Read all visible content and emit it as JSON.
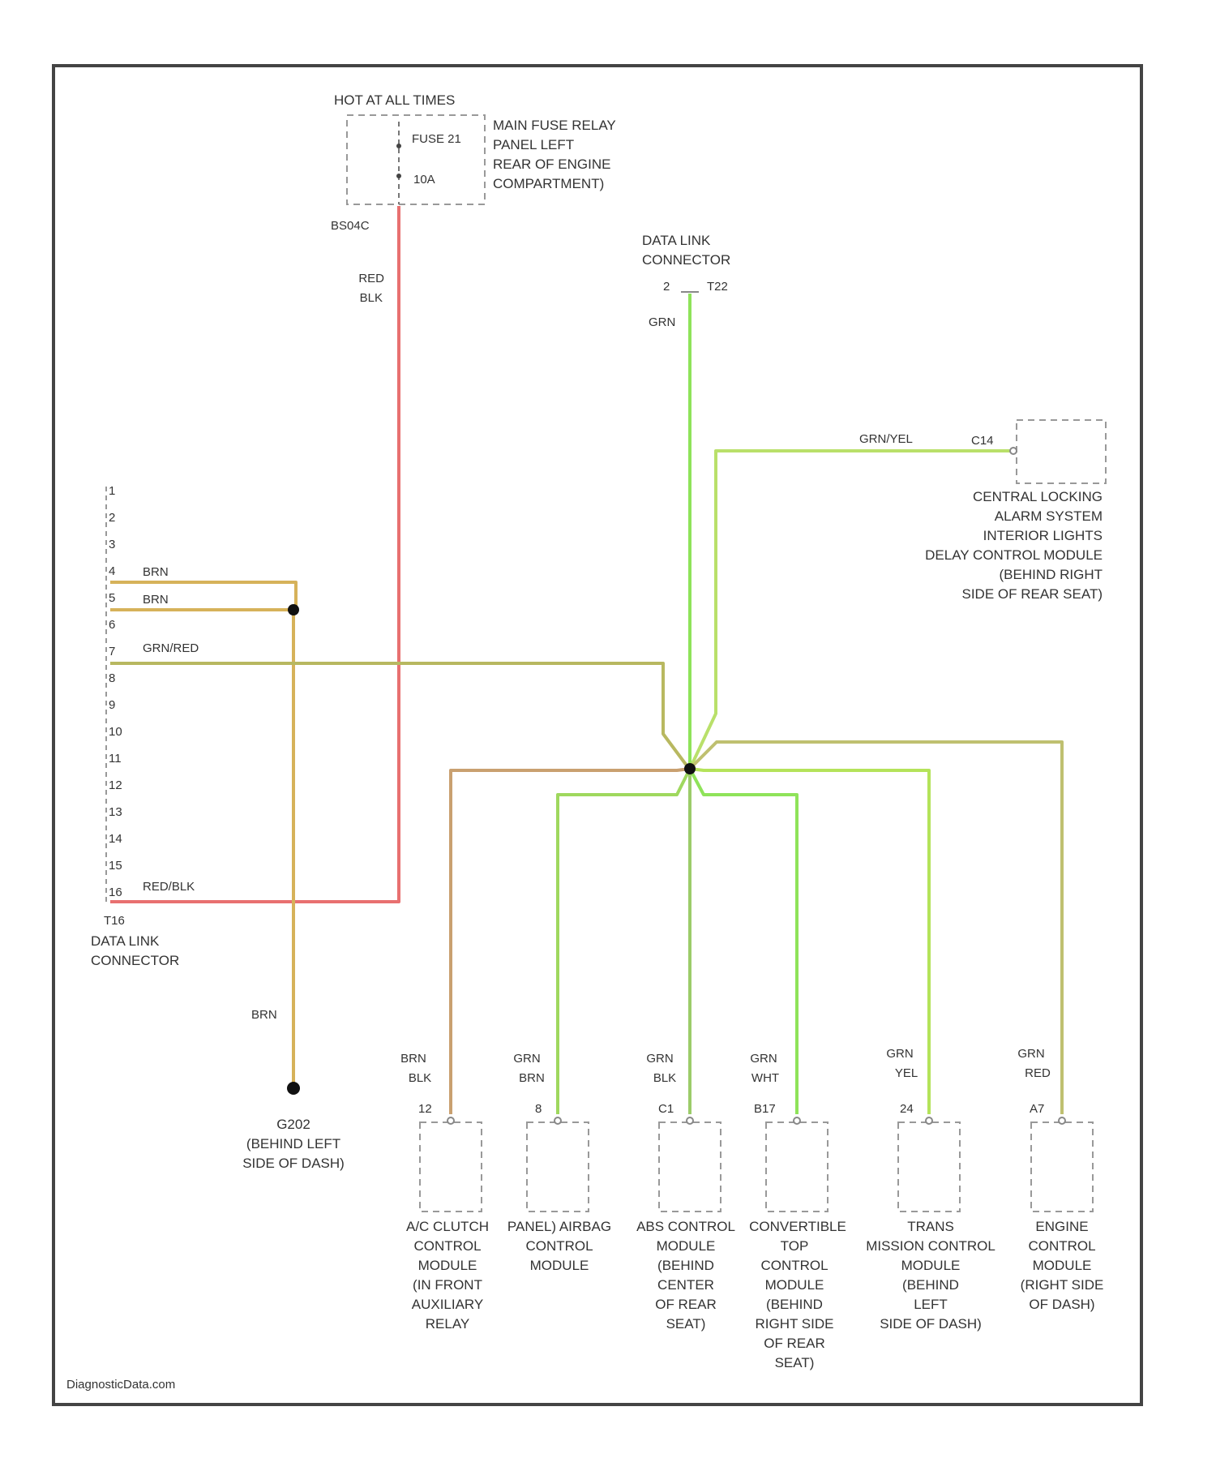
{
  "colors": {
    "frame": "#444444",
    "dashed": "#999999",
    "red_blk": "#e87070",
    "brn": "#d6b25a",
    "grn_red": "#b8b860",
    "grn": "#8fe35a",
    "grn_yel": "#b9e06a",
    "brn_blk": "#c9a070",
    "grn_brn": "#9fd85e",
    "grn_blk": "#9ccc6a",
    "grn_wht": "#8fe35a",
    "grn_yel_drop": "#b4e35a",
    "grn_red_drop": "#bfc070"
  },
  "power": {
    "title": "HOT AT ALL TIMES",
    "fuse_label": "FUSE 21",
    "fuse_rating": "10A",
    "location": [
      "MAIN FUSE RELAY",
      "PANEL LEFT",
      "REAR OF ENGINE",
      "COMPARTMENT)"
    ],
    "splice_label": "BS04C",
    "wire_label": [
      "RED",
      "BLK"
    ]
  },
  "dlc_top": {
    "title": [
      "DATA LINK",
      "CONNECTOR"
    ],
    "pin": "2",
    "connector": "T22",
    "wire_label": "GRN"
  },
  "dlc_left": {
    "pins": [
      "1",
      "2",
      "3",
      "4",
      "5",
      "6",
      "7",
      "8",
      "9",
      "10",
      "11",
      "12",
      "13",
      "14",
      "15",
      "16"
    ],
    "connector": "T16",
    "title": [
      "DATA LINK",
      "CONNECTOR"
    ],
    "wire_pin4": "BRN",
    "wire_pin5": "BRN",
    "wire_pin8": "GRN/RED",
    "wire_pin16": "RED/BLK"
  },
  "ground": {
    "wire_label": "BRN",
    "id": "G202",
    "location": [
      "(BEHIND LEFT",
      "SIDE OF DASH)"
    ]
  },
  "central_locking": {
    "pin": "C14",
    "wire_label": "GRN/YEL",
    "label": [
      "CENTRAL LOCKING",
      "ALARM SYSTEM",
      "INTERIOR LIGHTS",
      "DELAY CONTROL MODULE",
      "(BEHIND RIGHT",
      "SIDE OF REAR SEAT)"
    ]
  },
  "modules": [
    {
      "wire": [
        "BRN",
        "BLK"
      ],
      "pin": "12",
      "label": [
        "A/C CLUTCH",
        "CONTROL",
        "MODULE",
        "(IN FRONT",
        "AUXILIARY",
        "RELAY"
      ]
    },
    {
      "wire": [
        "GRN",
        "BRN"
      ],
      "pin": "8",
      "label": [
        "PANEL) AIRBAG",
        "CONTROL",
        "MODULE"
      ]
    },
    {
      "wire": [
        "GRN",
        "BLK"
      ],
      "pin": "C1",
      "label": [
        "ABS CONTROL",
        "MODULE",
        "(BEHIND",
        "CENTER",
        "OF REAR",
        "SEAT)"
      ]
    },
    {
      "wire": [
        "GRN",
        "WHT"
      ],
      "pin": "B17",
      "label": [
        "CONVERTIBLE",
        "TOP",
        "CONTROL",
        "MODULE",
        "(BEHIND",
        "RIGHT SIDE",
        "OF REAR",
        "SEAT)"
      ]
    },
    {
      "wire": [
        "GRN",
        "YEL"
      ],
      "pin": "24",
      "label": [
        "TRANS",
        "MISSION CONTROL",
        "MODULE",
        "(BEHIND",
        "LEFT",
        "SIDE OF DASH)"
      ]
    },
    {
      "wire": [
        "GRN",
        "RED"
      ],
      "pin": "A7",
      "label": [
        "ENGINE",
        "CONTROL",
        "MODULE",
        "(RIGHT SIDE",
        "OF DASH)"
      ]
    }
  ],
  "watermark": "DiagnosticData.com"
}
